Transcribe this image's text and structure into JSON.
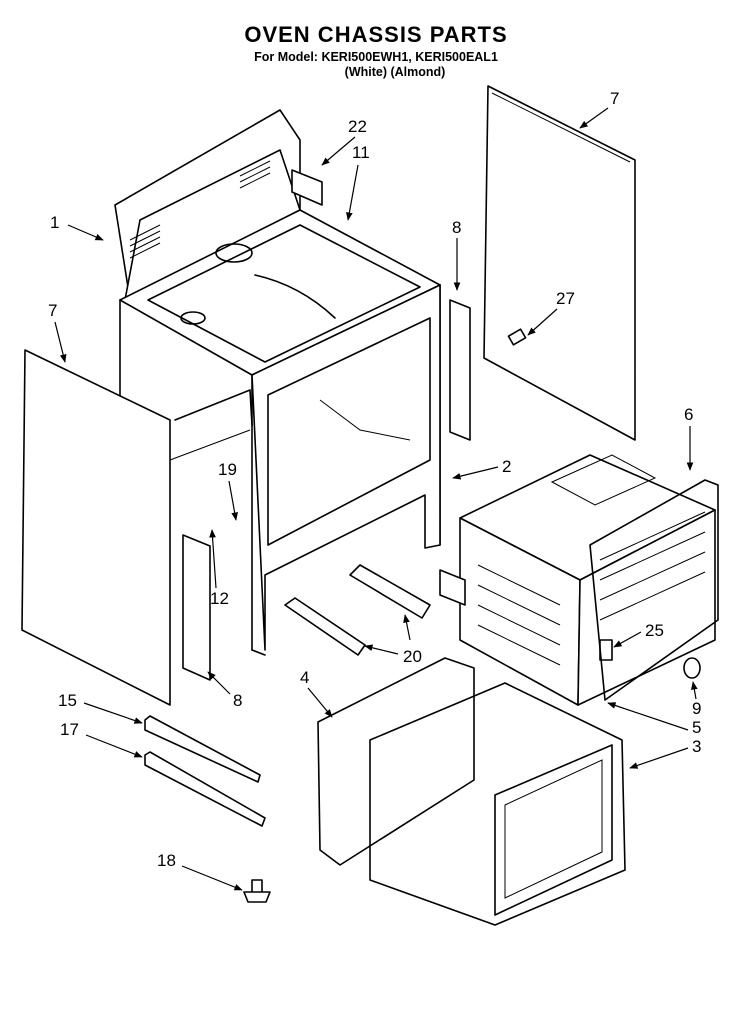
{
  "header": {
    "title": "OVEN CHASSIS PARTS",
    "model": "For Model: KERI500EWH1, KERI500EAL1",
    "colors": "(White)   (Almond)"
  },
  "callouts": [
    "1",
    "2",
    "3",
    "4",
    "5",
    "6",
    "7",
    "7",
    "8",
    "8",
    "9",
    "11",
    "12",
    "15",
    "17",
    "18",
    "19",
    "20",
    "22",
    "25",
    "27"
  ],
  "colors": {
    "ink": "#000000",
    "paper": "#ffffff"
  }
}
